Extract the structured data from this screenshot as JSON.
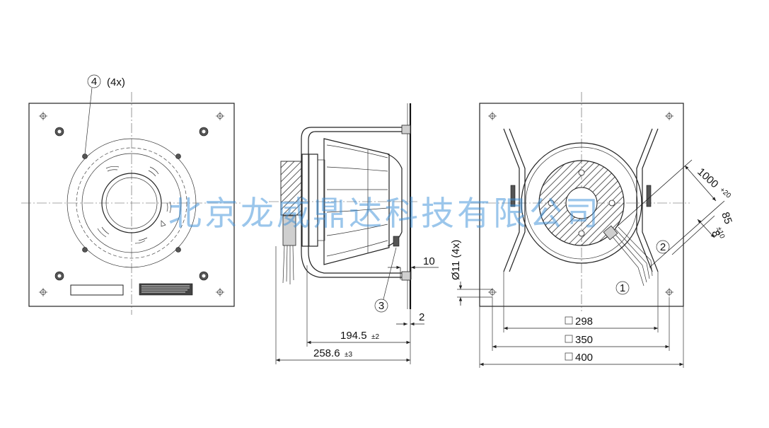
{
  "watermark": "北京龙威鼎达科技有限公司",
  "callouts": {
    "c1": "1",
    "c2": "2",
    "c3": "3",
    "c4": "4",
    "c4_qty": "(4x)"
  },
  "dimensions": {
    "d_10": "10",
    "d_2": "2",
    "d_194": "194.5",
    "d_194_tol": "±2",
    "d_258": "258.6",
    "d_258_tol": "±3",
    "d_hole": "Ø11 (4x)",
    "d_298": "298",
    "d_350": "350",
    "d_400": "400",
    "d_1000": "1000",
    "d_1000_tol": "+20",
    "d_85": "85",
    "d_85_tol": "±10",
    "d_8": "8"
  },
  "colors": {
    "line": "#222222",
    "watermark": "#3a8fd8"
  }
}
